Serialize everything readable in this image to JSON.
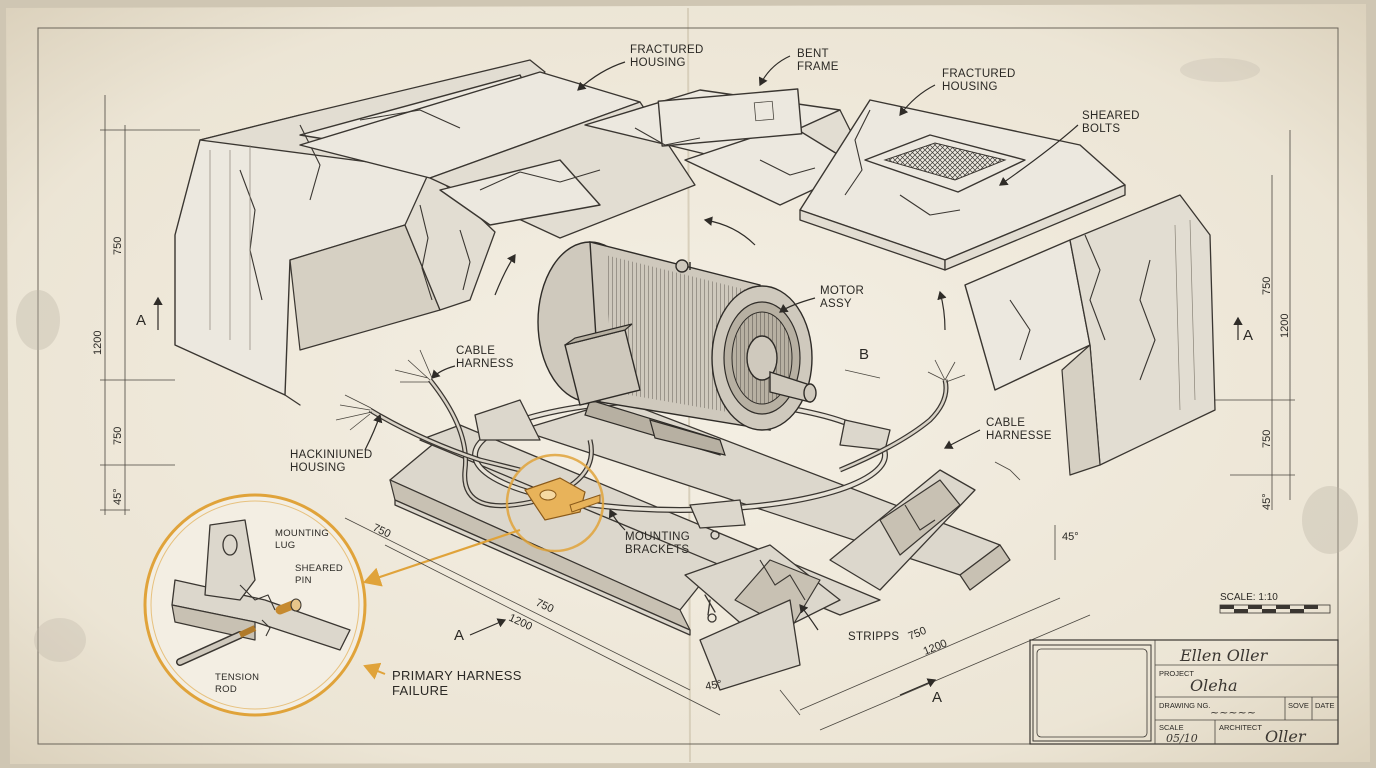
{
  "labels": {
    "fractured_housing_left": [
      "FRACTURED",
      "HOUSING"
    ],
    "bent_frame": [
      "BENT",
      "FRAME"
    ],
    "fractured_housing_right": [
      "FRACTURED",
      "HOUSING"
    ],
    "sheared_bolts": [
      "SHEARED",
      "BOLTS"
    ],
    "motor_assy": [
      "MOTOR",
      "ASSY"
    ],
    "cable_harness_left": [
      "CABLE",
      "HARNESS"
    ],
    "cable_harness_right": [
      "CABLE",
      "HARNESSE"
    ],
    "hackiniuned_housing": [
      "HACKINIUNED",
      "HOUSING"
    ],
    "mounting_brackets": [
      "MOUNTING",
      "BRACKETS"
    ],
    "mounting_lug": [
      "MOUNTING",
      "LUG"
    ],
    "sheared_pin": [
      "SHEARED",
      "PIN"
    ],
    "tension_rod": [
      "TENSION",
      "ROD"
    ],
    "primary_failure": [
      "PRIMARY HARNESS",
      "FAILURE"
    ],
    "stripps": "STRIPPS"
  },
  "section_markers": {
    "a_left": "A",
    "a_right": "A",
    "a_bottom_left": "A",
    "a_bottom_right": "A",
    "b": "B"
  },
  "dimensions": {
    "left_750_top": "750",
    "left_1200": "1200",
    "left_750_bottom": "750",
    "left_45": "45°",
    "right_750_top": "750",
    "right_1200": "1200",
    "right_750_bottom": "750",
    "right_45": "45°",
    "base_750_a": "750",
    "base_750_b": "750",
    "base_1200": "1200",
    "base_45": "45°",
    "mid_45": "45°",
    "front_750": "750",
    "front_1200": "1200"
  },
  "scale_bar": {
    "label": "SCALE: 1:10"
  },
  "title_block": {
    "signature_top": "Ellen Oller",
    "project_label": "PROJECT",
    "project_signature": "Oleha",
    "drawing_no_label": "DRAWING NG.",
    "drawing_no_scribble": "~~~~~",
    "scale_label": "SCALE",
    "scale_value": "05/10",
    "architect_label": "ARCHITECT",
    "architect_signature": "Oller",
    "sove_label": "SOVE",
    "date_label": "DATE"
  },
  "colors": {
    "paper": "#f1ece0",
    "ink": "#3a3631",
    "highlight": "#e0a33a"
  }
}
